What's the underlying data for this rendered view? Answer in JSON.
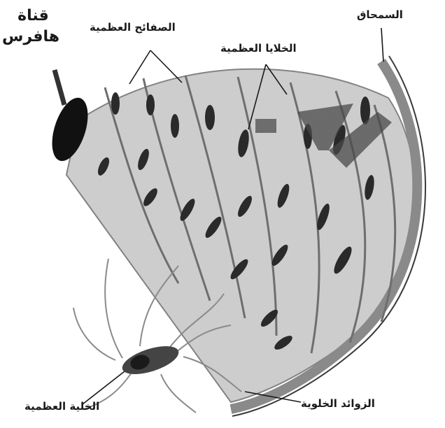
{
  "labels": {
    "haversian_canal_line1": "قناة",
    "haversian_canal_line2": "هافرس",
    "bone_lamellae": "الصفائح العظمية",
    "osteocytes": "الخلايا العظمية",
    "periosteum": "السمحاق",
    "canaliculi": "الزوائد الخلوية",
    "osteocyte_cell": "الخلية العظمية"
  },
  "colors": {
    "ink": "#1a1a1a",
    "lamella_fill": "#c9c9c9",
    "lacuna": "#2a2a2a",
    "periosteum": "#8a8a8a"
  }
}
